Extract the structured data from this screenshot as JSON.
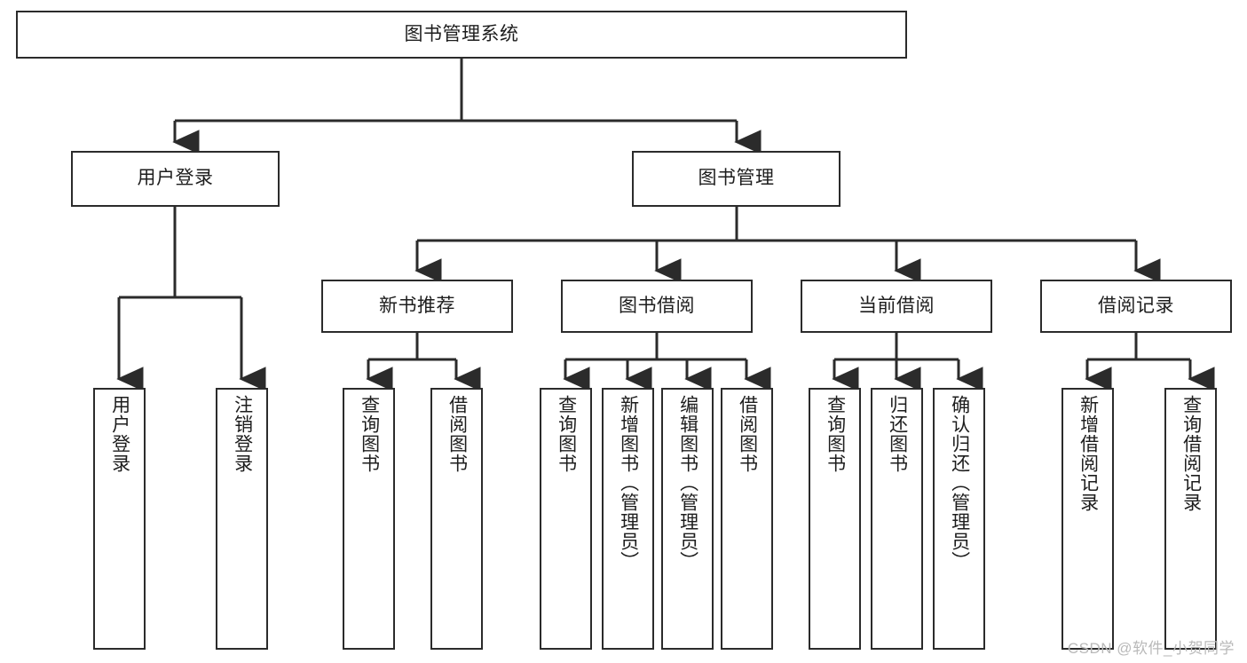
{
  "diagram": {
    "title": "图书管理系统",
    "watermark": "CSDN @软件_小贺同学",
    "line_color": "#2b2b2b",
    "box_fill": "#ffffff",
    "text_color": "#1d1d1d",
    "watermark_color": "#b9b9b9"
  },
  "nodes": {
    "root": {
      "label": "图书管理系统"
    },
    "level1": [
      {
        "label": "用户登录"
      },
      {
        "label": "图书管理"
      }
    ],
    "level2": [
      {
        "label": "新书推荐"
      },
      {
        "label": "图书借阅"
      },
      {
        "label": "当前借阅"
      },
      {
        "label": "借阅记录"
      }
    ],
    "leaves_user_login": [
      {
        "label": "用户登录"
      },
      {
        "label": "注销登录"
      }
    ],
    "leaves_new_book": [
      {
        "label": "查询图书"
      },
      {
        "label": "借阅图书"
      }
    ],
    "leaves_borrow": [
      {
        "label": "查询图书"
      },
      {
        "label": "新增图书（管理员）"
      },
      {
        "label": "编辑图书（管理员）"
      },
      {
        "label": "借阅图书"
      }
    ],
    "leaves_current": [
      {
        "label": "查询图书"
      },
      {
        "label": "归还图书"
      },
      {
        "label": "确认归还（管理员）"
      }
    ],
    "leaves_record": [
      {
        "label": "新增借阅记录"
      },
      {
        "label": "查询借阅记录"
      }
    ]
  }
}
